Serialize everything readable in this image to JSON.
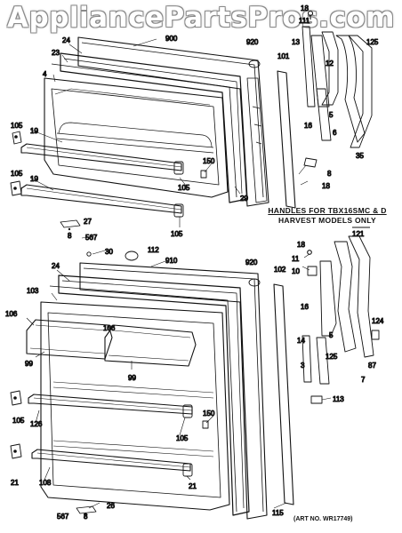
{
  "watermark": "AppliancePartsPros.com",
  "note": {
    "line1": "HANDLES FOR TBX16SMC & D",
    "line2": "HARVEST MODELS ONLY"
  },
  "art_number": "(ART NO. WR17749)",
  "callouts": {
    "freezer_door": [
      "900",
      "24",
      "23",
      "4",
      "920",
      "101",
      "105",
      "19",
      "105",
      "19",
      "150",
      "105",
      "29",
      "105",
      "27",
      "8",
      "567"
    ],
    "freezer_handle": [
      "18",
      "111",
      "13",
      "12",
      "125",
      "16",
      "5",
      "6",
      "35",
      "8",
      "18"
    ],
    "fresh_food_door": [
      "30",
      "112",
      "910",
      "920",
      "24",
      "103",
      "102",
      "106",
      "106",
      "99",
      "99",
      "105",
      "126",
      "150",
      "105",
      "21",
      "108",
      "21",
      "26",
      "8",
      "567",
      "115"
    ],
    "fresh_food_handle": [
      "121",
      "18",
      "11",
      "10",
      "16",
      "14",
      "5",
      "3",
      "125",
      "124",
      "87",
      "7",
      "113"
    ]
  }
}
